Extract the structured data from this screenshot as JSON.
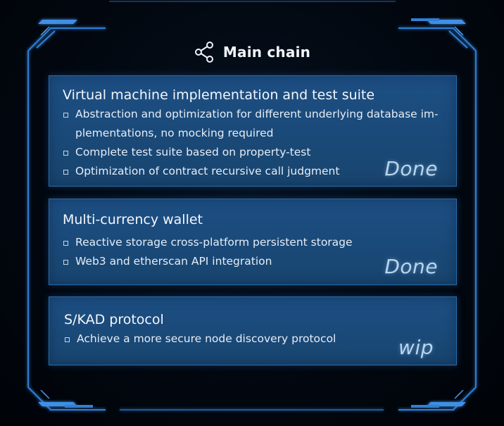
{
  "header": {
    "title": "Main chain",
    "icon": "share-nodes-icon"
  },
  "colors": {
    "frame": "#2f7fd6",
    "card": "#1d4f84",
    "status": "#b9d4ee"
  },
  "milestones": [
    {
      "title": "Virtual machine implementation and test suite",
      "items": [
        "Abstraction and optimization for different underlying database im-",
        "plementations, no mocking required",
        "Complete test suite based on property-test",
        "Optimization of contract recursive call judgment"
      ],
      "status": "Done"
    },
    {
      "title": "Multi-currency wallet",
      "items": [
        "Reactive storage cross-platform persistent storage",
        "Web3 and etherscan API integration"
      ],
      "status": "Done"
    },
    {
      "title": "S/KAD protocol",
      "items": [
        "Achieve a more secure node discovery protocol"
      ],
      "status": "wip"
    }
  ]
}
